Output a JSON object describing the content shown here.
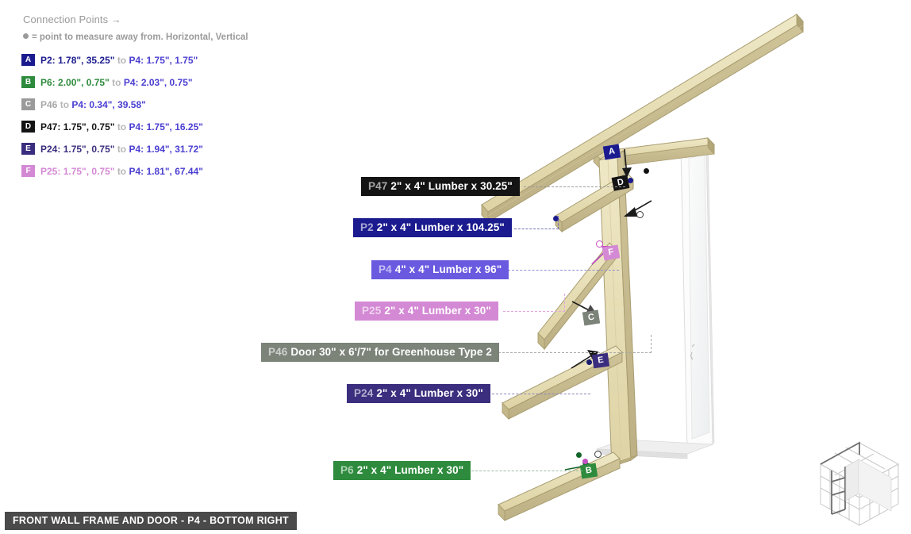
{
  "legend": {
    "title": "Connection Points →",
    "subtitle": "= point to measure away from. Horizontal, Vertical",
    "dot_icon": "measure-origin-dot",
    "rows": [
      {
        "key": "A",
        "color": "#1b1b8f",
        "text_color": "#1b1b8f",
        "from": "P2:",
        "from_vals": "1.78\", 35.25\"",
        "to_word": "to",
        "target": "P4:",
        "target_vals": "1.75\", 1.75\""
      },
      {
        "key": "B",
        "color": "#2e8b3d",
        "text_color": "#2e8b3d",
        "from": "P6:",
        "from_vals": "2.00\", 0.75\"",
        "to_word": "to",
        "target": "P4:",
        "target_vals": "2.03\", 0.75\""
      },
      {
        "key": "C",
        "color": "#9a9a9a",
        "text_color": "#a8a8a8",
        "from": "P46",
        "from_vals": "",
        "to_word": "to",
        "target": "P4:",
        "target_vals": "0.34\", 39.58\""
      },
      {
        "key": "D",
        "color": "#141414",
        "text_color": "#141414",
        "from": "P47:",
        "from_vals": "1.75\", 0.75\"",
        "to_word": "to",
        "target": "P4:",
        "target_vals": "1.75\", 16.25\""
      },
      {
        "key": "E",
        "color": "#3b2e7e",
        "text_color": "#3b2e7e",
        "from": "P24:",
        "from_vals": "1.75\", 0.75\"",
        "to_word": "to",
        "target": "P4:",
        "target_vals": "1.94\", 31.72\""
      },
      {
        "key": "F",
        "color": "#d489d4",
        "text_color": "#d489d4",
        "from": "P25:",
        "from_vals": "1.75\", 0.75\"",
        "to_word": "to",
        "target": "P4:",
        "target_vals": "1.81\", 67.44\""
      }
    ]
  },
  "callouts": [
    {
      "id": "P47",
      "label": "2\" x 4\" Lumber  x 30.25\"",
      "color": "#141414"
    },
    {
      "id": "P2",
      "label": "2\" x 4\" Lumber  x 104.25\"",
      "color": "#1b1b8f"
    },
    {
      "id": "P4",
      "label": "4\" x 4\" Lumber x 96\"",
      "color": "#6a5ae0"
    },
    {
      "id": "P25",
      "label": "2\" x 4\" Lumber  x 30\"",
      "color": "#d489d4"
    },
    {
      "id": "P46",
      "label": "Door 30\" x 6'/7\" for Greenhouse Type 2",
      "color": "#7c8379"
    },
    {
      "id": "P24",
      "label": "2\" x 4\" Lumber  x 30\"",
      "color": "#3b2e7e"
    },
    {
      "id": "P6",
      "label": "2\" x 4\" Lumber  x 30\"",
      "color": "#2e8b3d"
    }
  ],
  "markers": [
    {
      "key": "A",
      "color": "#1b1b8f"
    },
    {
      "key": "D",
      "color": "#141414"
    },
    {
      "key": "F",
      "color": "#d489d4"
    },
    {
      "key": "C",
      "color": "#7c8379"
    },
    {
      "key": "E",
      "color": "#3b2e7e"
    },
    {
      "key": "B",
      "color": "#2e8b3d"
    }
  ],
  "title_bar": {
    "text": "FRONT WALL FRAME AND DOOR - P4 - BOTTOM RIGHT"
  },
  "thumbnail": {
    "name": "greenhouse-overview-thumbnail"
  },
  "colors": {
    "lumber_light": "#e4dcb4",
    "lumber_mid": "#cfc599",
    "lumber_dark": "#b5aa7c",
    "door_glass": "#f2f2f2",
    "door_edge": "#d8d8d8",
    "background": "#ffffff"
  }
}
